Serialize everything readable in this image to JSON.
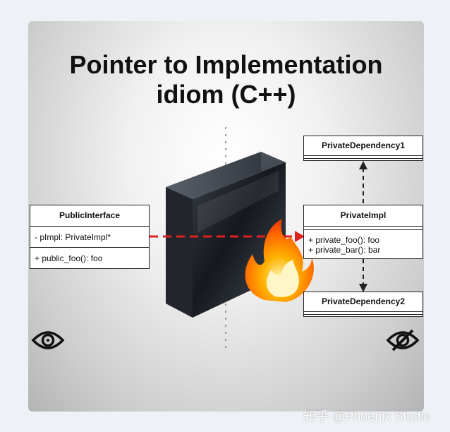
{
  "title": {
    "line1": "Pointer to Implementation",
    "line2": "idiom (C++)"
  },
  "public_interface": {
    "name": "PublicInterface",
    "attributes": [
      "- pImpl: PrivateImpl*"
    ],
    "methods": [
      "+ public_foo(): foo"
    ]
  },
  "private_impl": {
    "name": "PrivateImpl",
    "methods": [
      "+ private_foo(): foo",
      "+ private_bar(): bar"
    ]
  },
  "private_dependency_1": {
    "name": "PrivateDependency1"
  },
  "private_dependency_2": {
    "name": "PrivateDependency2"
  },
  "icons": {
    "left": "eye-icon",
    "right": "eye-slash-icon",
    "center": "black-box-icon",
    "fire": "fire-icon"
  },
  "colors": {
    "arrow_red": "#e02020",
    "arrow_dark": "#222222",
    "box_dark": "#1a1d22"
  },
  "watermark": "知乎 @Phoenix Studio"
}
